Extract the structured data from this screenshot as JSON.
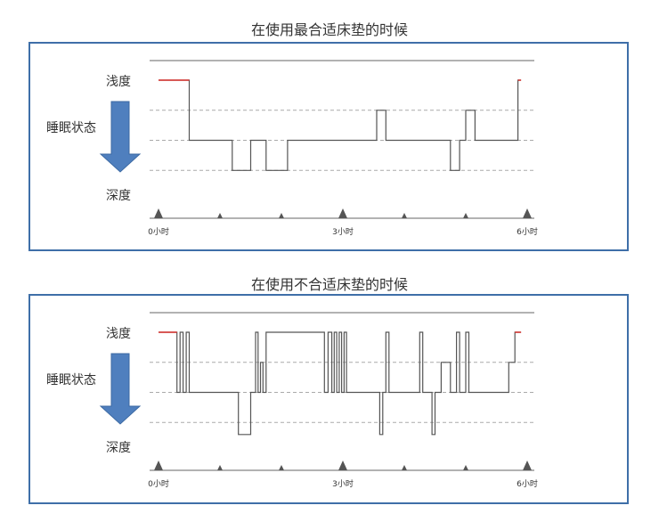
{
  "chart_data": [
    {
      "type": "line",
      "title": "在使用最合适床垫的时候",
      "ylabel": "睡眠状态",
      "y_top_label": "浅度",
      "y_bottom_label": "深度",
      "xticks": [
        "0小时",
        "3小时",
        "6小时"
      ],
      "xlim": [
        0,
        6
      ],
      "ylim": [
        0,
        4
      ],
      "grid": true,
      "series": [
        {
          "points": [
            [
              0,
              4
            ],
            [
              0.5,
              4
            ],
            [
              0.5,
              2
            ],
            [
              1.2,
              2
            ],
            [
              1.2,
              1
            ],
            [
              1.5,
              1
            ],
            [
              1.5,
              2
            ],
            [
              1.75,
              2
            ],
            [
              1.75,
              1
            ],
            [
              2.1,
              1
            ],
            [
              2.1,
              2
            ],
            [
              3.55,
              2
            ],
            [
              3.55,
              3
            ],
            [
              3.7,
              3
            ],
            [
              3.7,
              2
            ],
            [
              4.75,
              2
            ],
            [
              4.75,
              1
            ],
            [
              4.9,
              1
            ],
            [
              4.9,
              2
            ],
            [
              5.0,
              2
            ],
            [
              5.0,
              3
            ],
            [
              5.15,
              3
            ],
            [
              5.15,
              2
            ],
            [
              5.85,
              2
            ],
            [
              5.85,
              4
            ],
            [
              5.9,
              4
            ]
          ]
        }
      ]
    },
    {
      "type": "line",
      "title": "在使用不合适床垫的时候",
      "ylabel": "睡眠状态",
      "y_top_label": "浅度",
      "y_bottom_label": "深度",
      "xticks": [
        "0小时",
        "3小时",
        "6小时"
      ],
      "xlim": [
        0,
        6
      ],
      "ylim": [
        0,
        4
      ],
      "grid": true,
      "series": [
        {
          "points": [
            [
              0,
              4
            ],
            [
              0.3,
              4
            ],
            [
              0.3,
              2
            ],
            [
              0.35,
              2
            ],
            [
              0.35,
              4
            ],
            [
              0.4,
              4
            ],
            [
              0.4,
              2
            ],
            [
              0.45,
              2
            ],
            [
              0.45,
              4
            ],
            [
              0.5,
              4
            ],
            [
              0.5,
              2
            ],
            [
              1.3,
              2
            ],
            [
              1.3,
              0.6
            ],
            [
              1.5,
              0.6
            ],
            [
              1.5,
              2
            ],
            [
              1.58,
              2
            ],
            [
              1.58,
              4
            ],
            [
              1.62,
              4
            ],
            [
              1.62,
              2
            ],
            [
              1.66,
              2
            ],
            [
              1.66,
              3
            ],
            [
              1.7,
              3
            ],
            [
              1.7,
              2
            ],
            [
              1.75,
              2
            ],
            [
              1.75,
              4
            ],
            [
              2.7,
              4
            ],
            [
              2.7,
              2
            ],
            [
              2.76,
              2
            ],
            [
              2.76,
              4
            ],
            [
              2.82,
              4
            ],
            [
              2.82,
              2
            ],
            [
              2.86,
              2
            ],
            [
              2.86,
              4
            ],
            [
              2.9,
              4
            ],
            [
              2.9,
              2
            ],
            [
              2.94,
              2
            ],
            [
              2.94,
              4
            ],
            [
              2.98,
              4
            ],
            [
              2.98,
              2
            ],
            [
              3.02,
              2
            ],
            [
              3.02,
              4
            ],
            [
              3.06,
              4
            ],
            [
              3.06,
              2
            ],
            [
              3.6,
              2
            ],
            [
              3.6,
              0.6
            ],
            [
              3.65,
              0.6
            ],
            [
              3.65,
              2
            ],
            [
              3.7,
              2
            ],
            [
              3.7,
              4
            ],
            [
              3.75,
              4
            ],
            [
              3.75,
              2
            ],
            [
              4.25,
              2
            ],
            [
              4.25,
              4
            ],
            [
              4.3,
              4
            ],
            [
              4.3,
              2
            ],
            [
              4.45,
              2
            ],
            [
              4.45,
              0.6
            ],
            [
              4.5,
              0.6
            ],
            [
              4.5,
              2
            ],
            [
              4.6,
              2
            ],
            [
              4.6,
              3
            ],
            [
              4.75,
              3
            ],
            [
              4.75,
              2
            ],
            [
              4.85,
              2
            ],
            [
              4.85,
              4
            ],
            [
              4.9,
              4
            ],
            [
              4.9,
              2
            ],
            [
              5.0,
              2
            ],
            [
              5.0,
              4
            ],
            [
              5.05,
              4
            ],
            [
              5.05,
              2
            ],
            [
              5.7,
              2
            ],
            [
              5.7,
              3
            ],
            [
              5.8,
              3
            ],
            [
              5.8,
              4
            ],
            [
              5.9,
              4
            ]
          ]
        }
      ]
    }
  ]
}
